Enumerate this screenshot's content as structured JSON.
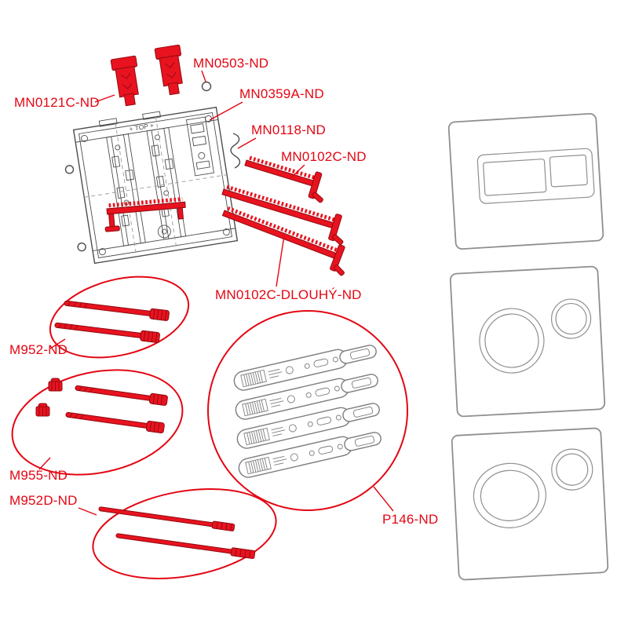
{
  "colors": {
    "label_red": "#e30613",
    "part_red": "#e8131f",
    "part_red_dark": "#8f0a10",
    "line_dark": "#4d4d4d",
    "line_gray": "#8f8f8f",
    "bg": "#ffffff"
  },
  "diagram": {
    "frame_marking": "+ TOP +",
    "labels": {
      "mn0503": "MN0503-ND",
      "mn0121c": "MN0121C-ND",
      "mn0359a": "MN0359A-ND",
      "mn0118": "MN0118-ND",
      "mn0102c": "MN0102C-ND",
      "mn0102c_dlouhy": "MN0102C-DLOUHÝ-ND",
      "m952": "M952-ND",
      "m955": "M955-ND",
      "m952d": "M952D-ND",
      "p146": "P146-ND"
    }
  }
}
